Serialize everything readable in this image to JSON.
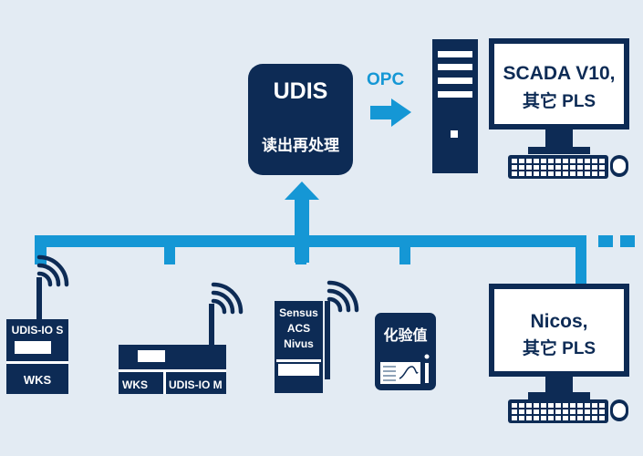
{
  "colors": {
    "navy": "#0d2b55",
    "accent_blue": "#1597d5",
    "background": "#e3ebf3",
    "white": "#ffffff"
  },
  "udis_box": {
    "title": "UDIS",
    "subtitle": "读出再处理"
  },
  "opc_label": "OPC",
  "monitor_top": {
    "line1": "SCADA V10,",
    "line2": "其它 PLS"
  },
  "monitor_bottom": {
    "line1": "Nicos,",
    "line2": "其它 PLS"
  },
  "devices": {
    "udis_io_s": {
      "top_label": "UDIS-IO S",
      "bottom_label": "WKS"
    },
    "wks_udis_io_m": {
      "left_label": "WKS",
      "right_label": "UDIS-IO M"
    },
    "sensus": {
      "line1": "Sensus",
      "line2": "ACS",
      "line3": "Nivus"
    },
    "lab_values": {
      "label": "化验值",
      "icon": "lab-chart-icon"
    }
  },
  "icons": [
    "wifi-icon",
    "arrow-right-icon",
    "arrow-up-icon",
    "tower-computer-icon",
    "monitor-icon",
    "keyboard-icon",
    "mouse-icon",
    "antenna-icon"
  ]
}
